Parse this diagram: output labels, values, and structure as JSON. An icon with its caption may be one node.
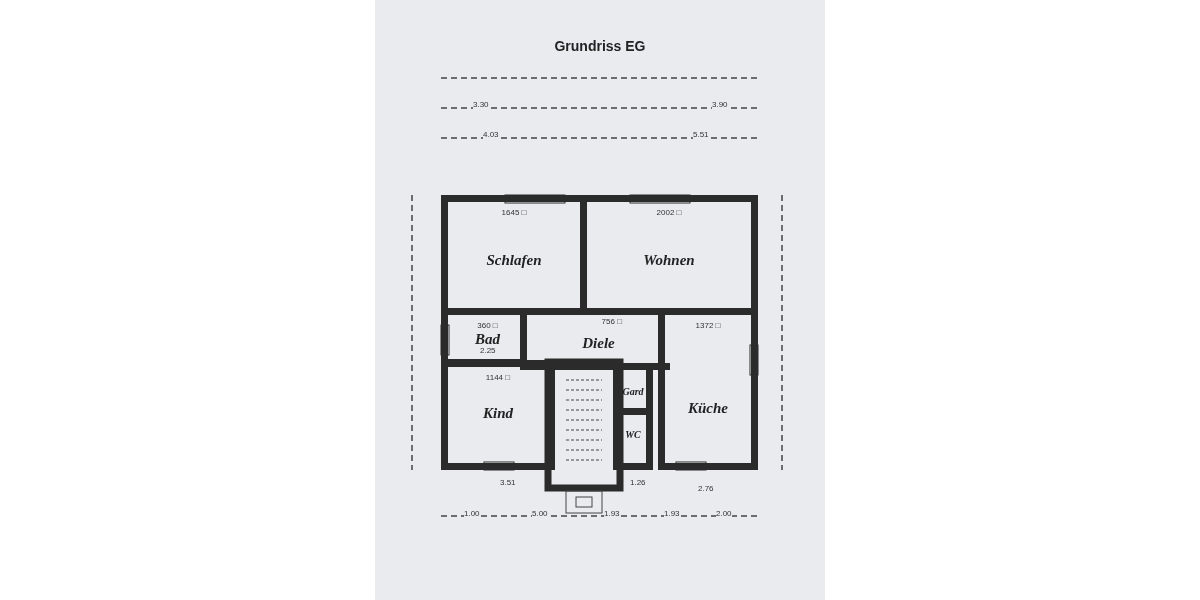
{
  "diagram": {
    "title": "Grundriss EG",
    "nodes": [
      {
        "text": [
          "1645 □",
          "Schlafen"
        ]
      },
      {
        "text": [
          "2002 □",
          "Wohnen"
        ]
      },
      {
        "text": [
          "360 □",
          "Bad"
        ]
      },
      {
        "text": [
          "756 □",
          "Diele"
        ]
      },
      {
        "text": [
          "1144 □",
          "Kind"
        ]
      },
      {
        "text": [
          "Gard"
        ]
      },
      {
        "text": [
          "WC"
        ]
      },
      {
        "text": [
          "1372 □",
          "Küche"
        ]
      }
    ],
    "labels": [
      "3.30",
      "3.90",
      "4.03",
      "5.51",
      "2.25",
      "3.51",
      "1.26",
      "2.76",
      "1.00",
      "5.00",
      "1.93",
      "1.93",
      "2.00"
    ]
  }
}
